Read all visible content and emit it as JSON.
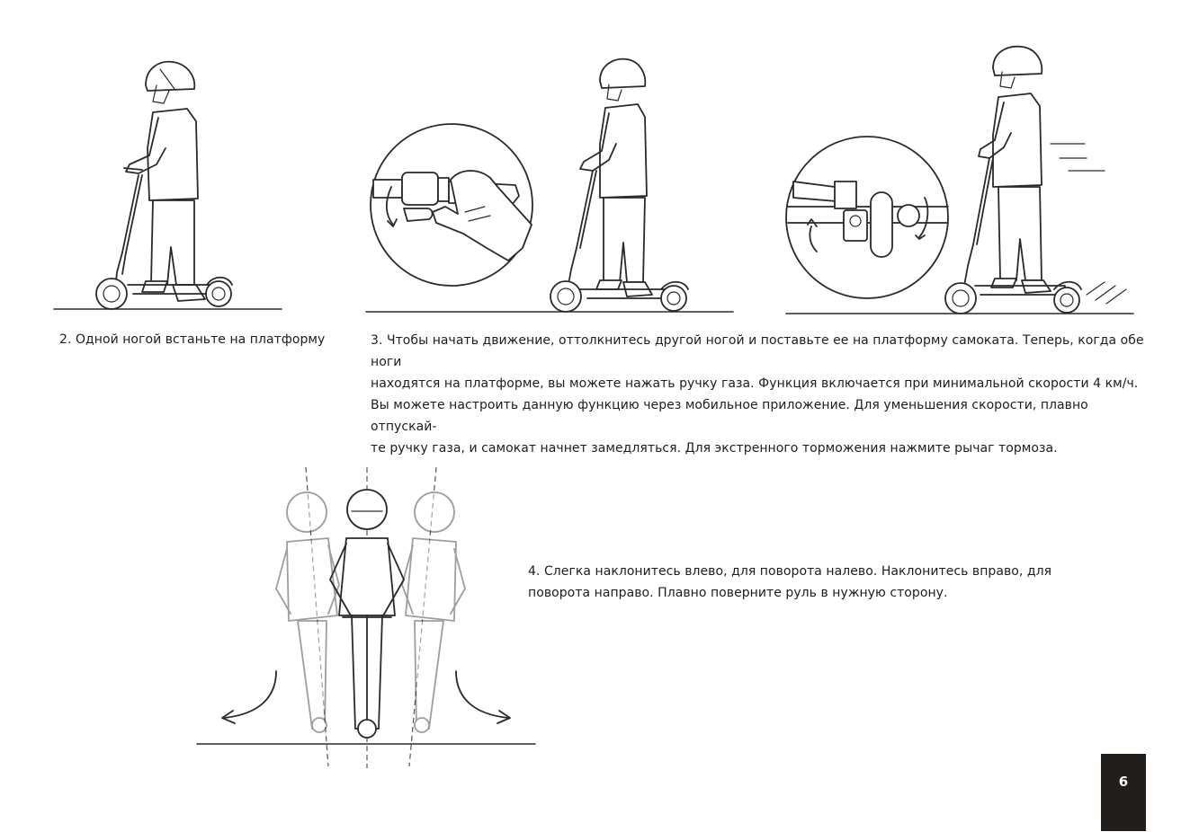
{
  "steps": [
    {
      "text": "2.  Одной ногой встаньте на платформу"
    },
    {
      "lines": [
        "3.  Чтобы начать движение, оттолкнитесь другой ногой и поставьте ее на платформу самоката. Теперь, когда обе ноги",
        "находятся на платформе, вы можете нажать ручку газа. Функция включается при минимальной скорости 4 км/ч.",
        "Вы можете настроить данную функцию через мобильное приложение. Для уменьшения скорости, плавно отпускай-",
        "те ручку газа, и самокат начнет замедляться. Для экстренного торможения нажмите рычаг тормоза."
      ]
    },
    {
      "lines": [
        "4.  Слегка наклонитесь влево, для поворота налево. Наклонитесь вправо, для",
        "поворота направо. Плавно поверните руль в нужную сторону."
      ]
    }
  ],
  "page_number": "6",
  "colors": {
    "line_art": "#2a2a2a",
    "page_badge": "#221e1c"
  },
  "icons": [
    "rider-on-scooter",
    "throttle-hand-inset",
    "brake-lever-inset",
    "turn-arrows"
  ]
}
